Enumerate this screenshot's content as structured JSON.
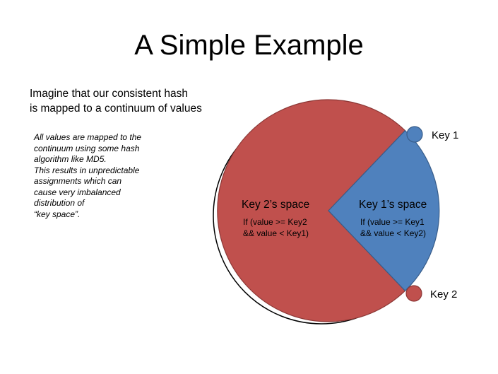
{
  "slide": {
    "title": "A Simple Example",
    "intro_lines": [
      "Imagine that our consistent hash",
      "is mapped to a continuum of values"
    ],
    "note_lines": [
      "All values are mapped to the",
      "continuum using some hash",
      "algorithm like MD5.",
      "This results in unpredictable",
      "assignments which can",
      "cause very imbalanced",
      "distribution of",
      "“key space”."
    ]
  },
  "diagram": {
    "key2_space": {
      "label": "Key 2’s space",
      "rule_lines": [
        "If (value >= Key2",
        "&& value < Key1)"
      ],
      "color": "#c0504d"
    },
    "key1_space": {
      "label": "Key 1’s space",
      "rule_lines": [
        "If (value >= Key1",
        "&& value < Key2)"
      ],
      "color": "#4f81bd"
    },
    "key1": {
      "label": "Key 1",
      "color": "#4f81bd"
    },
    "key2": {
      "label": "Key 2",
      "color": "#c0504d"
    }
  }
}
